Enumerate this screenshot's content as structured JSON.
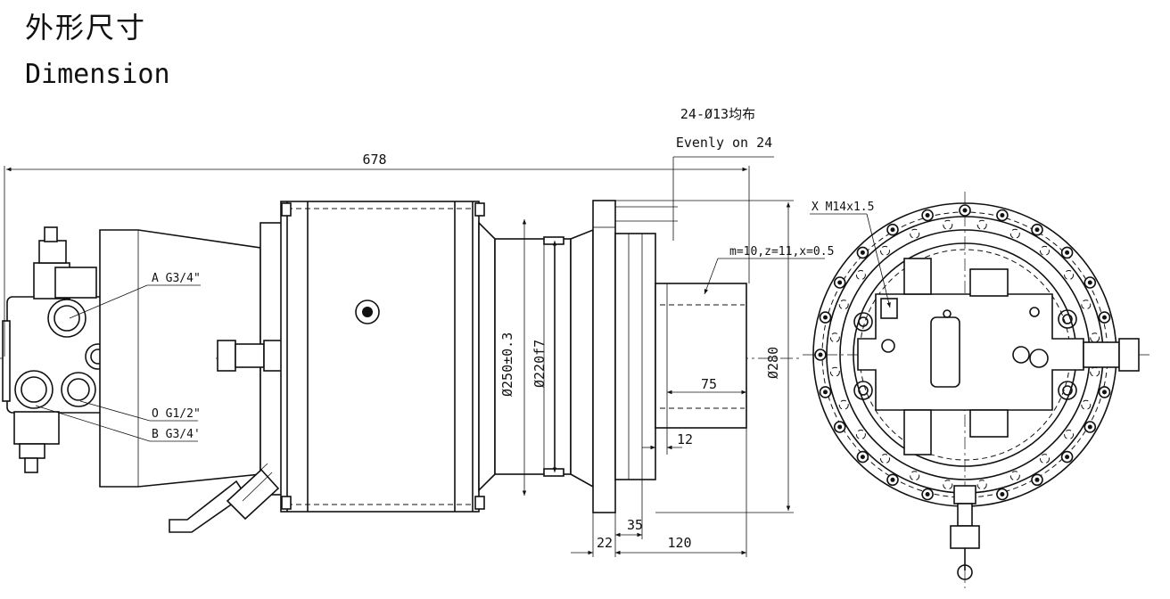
{
  "title": {
    "cn": "外形尺寸",
    "en": "Dimension"
  },
  "callouts": {
    "holes_cn": "24-Ø13均布",
    "holes_en": "Evenly on 24",
    "port_x": "X M14x1.5",
    "gear": "m=10,z=11,x=0.5",
    "port_a": "A G3/4\"",
    "port_o": "O G1/2\"",
    "port_b": "B G3/4'"
  },
  "dimensions": {
    "overall_length": "678",
    "d250": "Ø250±0.3",
    "d220": "Ø220f7",
    "d280": "Ø280",
    "len75": "75",
    "len12": "12",
    "len35": "35",
    "len22": "22",
    "len120": "120"
  }
}
